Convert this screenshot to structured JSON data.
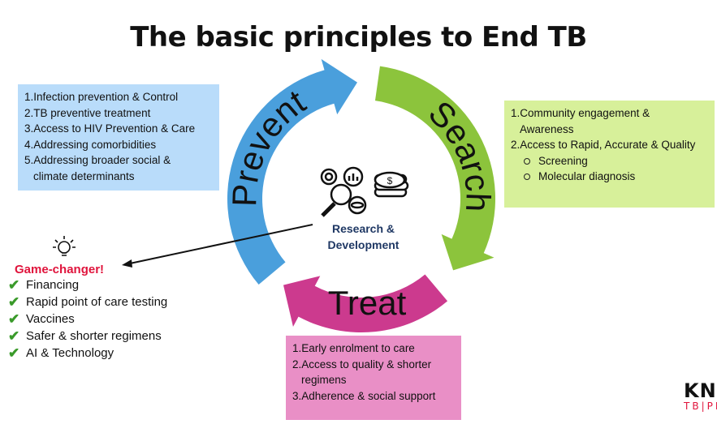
{
  "title": "The basic principles to End TB",
  "prevent": {
    "label": "Prevent",
    "items": [
      "1.Infection prevention & Control",
      "2.TB preventive treatment",
      "3.Access to HIV Prevention & Care",
      "4.Addressing comorbidities",
      "5.Addressing broader social &",
      "climate determinants"
    ]
  },
  "search": {
    "label": "Search",
    "items": [
      "1.Community engagement &",
      "Awareness",
      "2.Access to Rapid, Accurate & Quality"
    ],
    "subitems": [
      "Screening",
      "Molecular diagnosis"
    ]
  },
  "treat": {
    "label": "Treat",
    "items": [
      "1.Early enrolment to care",
      "2.Access to quality & shorter",
      "regimens",
      "3.Adherence & social support"
    ]
  },
  "center": {
    "line1": "Research &",
    "line2": "Development"
  },
  "gamechanger": {
    "title": "Game-changer!",
    "items": [
      "Financing",
      "Rapid point of care testing",
      "Vaccines",
      "Safer & shorter regimens",
      "AI & Technology"
    ]
  },
  "logo": {
    "top": "KNO",
    "bottom": "TB|PL"
  },
  "colors": {
    "prevent": "#4a9fdc",
    "search": "#8cc43c",
    "treat": "#cc3a8e",
    "check": "#3a9a2a",
    "gamechanger": "#e0143c"
  }
}
